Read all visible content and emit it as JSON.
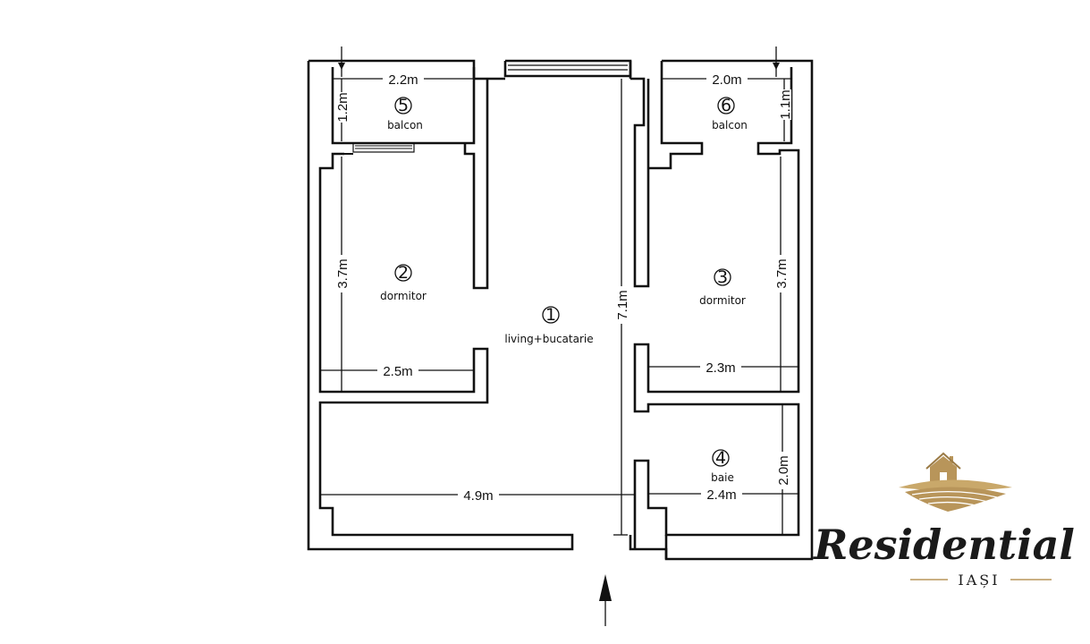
{
  "rooms": [
    {
      "number": "1",
      "name": "living+bucatarie"
    },
    {
      "number": "2",
      "name": "dormitor"
    },
    {
      "number": "3",
      "name": "dormitor"
    },
    {
      "number": "4",
      "name": "baie"
    },
    {
      "number": "5",
      "name": "balcon"
    },
    {
      "number": "6",
      "name": "balcon"
    }
  ],
  "dimensions": {
    "balcon5_width": "2.2m",
    "balcon5_depth": "1.2m",
    "balcon6_width": "2.0m",
    "balcon6_depth": "1.1m",
    "dormitor2_length": "3.7m",
    "dormitor2_width": "2.5m",
    "dormitor3_length": "3.7m",
    "dormitor3_width": "2.3m",
    "living_length": "7.1m",
    "living_width": "4.9m",
    "baie_length": "2.0m",
    "baie_width": "2.4m"
  },
  "logo": {
    "name": "Residential",
    "city": "IAȘI",
    "colors": {
      "gold": "#b8955a",
      "ink": "#1a1a1a"
    },
    "icon": "house-on-hills-icon"
  }
}
